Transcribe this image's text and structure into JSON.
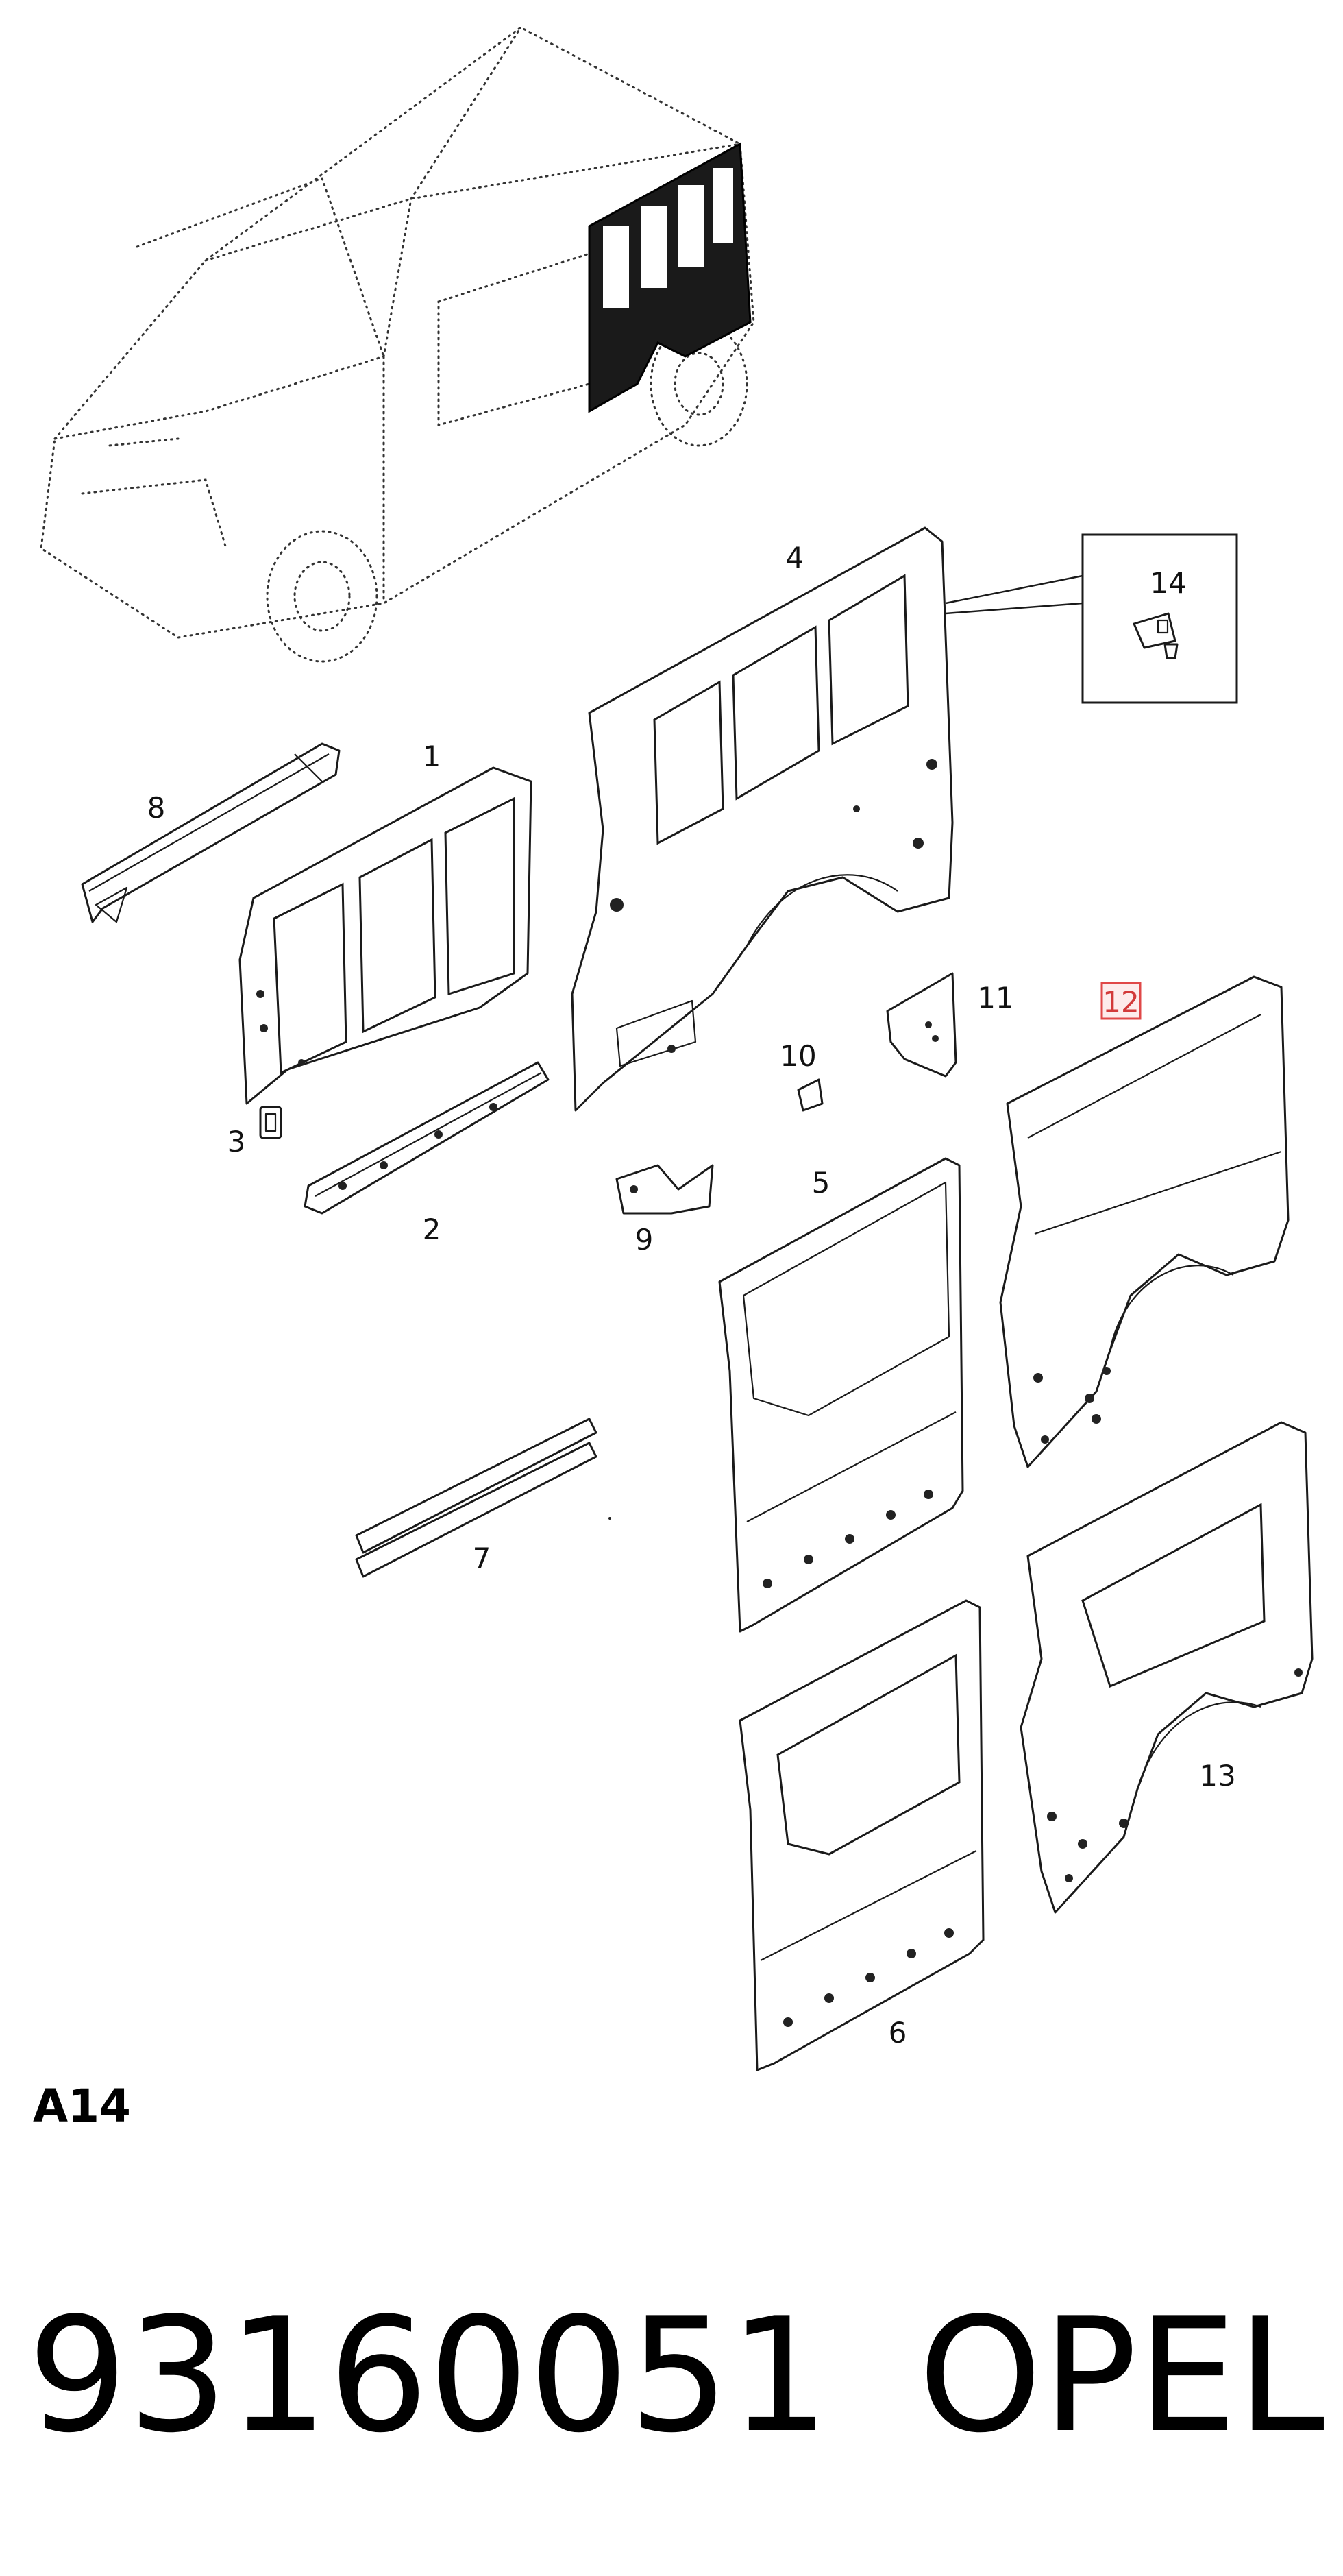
{
  "section_code": "A14",
  "part_number": "93160051",
  "brand": "OPEL",
  "highlight_color": "#e04848",
  "callouts": {
    "c1": "1",
    "c2": "2",
    "c3": "3",
    "c4": "4",
    "c5": "5",
    "c6": "6",
    "c7": "7",
    "c8": "8",
    "c9": "9",
    "c10": "10",
    "c11": "11",
    "c12": "12",
    "c13": "13",
    "c14": "14"
  },
  "highlighted_callout": "12"
}
